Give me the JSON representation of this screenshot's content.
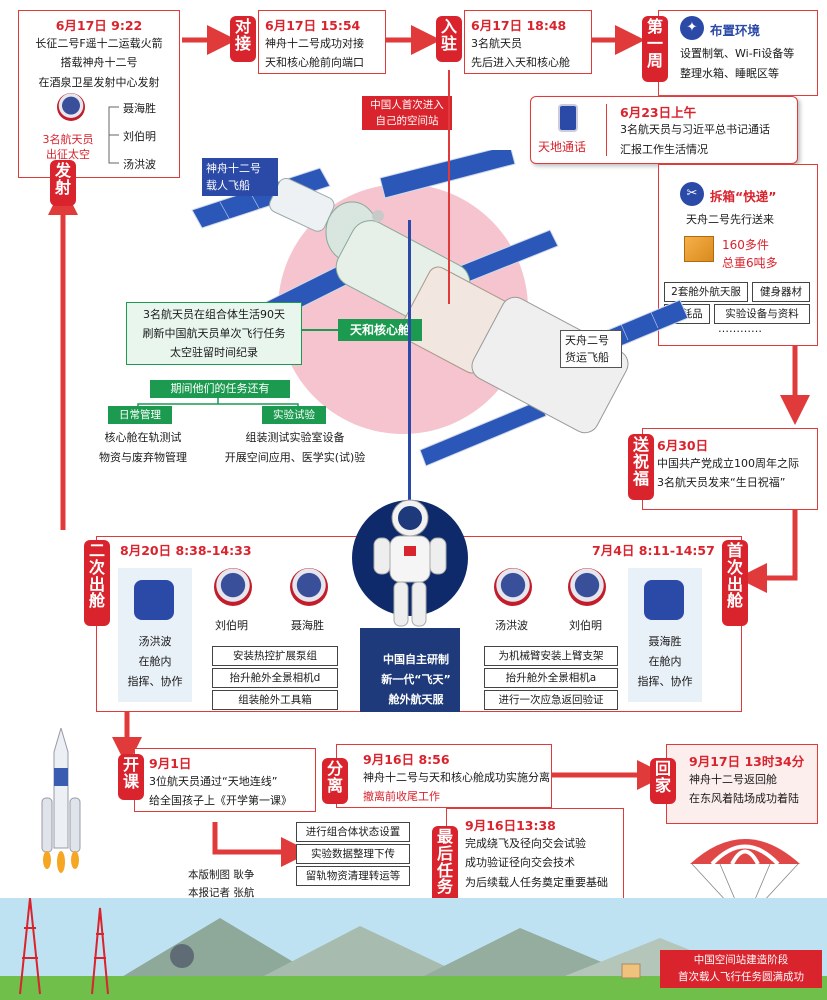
{
  "colors": {
    "accent": "#d9232d",
    "green": "#1c9a50",
    "blue": "#2b4aa8",
    "pink": "#f6c4cf",
    "panel_bg": "#fdeeee",
    "sky": "#bfe2f3"
  },
  "launch": {
    "date": "6月17日 9:22",
    "lines": [
      "长征二号F遥十二运载火箭",
      "搭载神舟十二号",
      "在酒泉卫星发射中心发射"
    ],
    "crew_label": [
      "3名航天员",
      "出征太空"
    ],
    "crew": [
      "聂海胜",
      "刘伯明",
      "汤洪波"
    ],
    "tag": [
      "发",
      "射"
    ]
  },
  "dock": {
    "tag": [
      "对",
      "接"
    ],
    "date": "6月17日 15:54",
    "lines": [
      "神舟十二号成功对接",
      "天和核心舱前向端口"
    ]
  },
  "enter": {
    "tag": [
      "入",
      "驻"
    ],
    "date": "6月17日 18:48",
    "lines": [
      "3名航天员",
      "先后进入天和核心舱"
    ]
  },
  "first_home": [
    "中国人首次进入",
    "自己的空间站"
  ],
  "week1": {
    "tag": [
      "第",
      "一",
      "周"
    ],
    "env_title": "布置环境",
    "env_lines": [
      "设置制氧、Wi-Fi设备等",
      "整理水箱、睡眠区等"
    ],
    "call_label": "天地通话",
    "call_date": "6月23日上午",
    "call_lines": [
      "3名航天员与习近平总书记通话",
      "汇报工作生活情况"
    ],
    "parcel_title": "拆箱“快递”",
    "parcel_line": "天舟二号先行送来",
    "parcel_count": "160多件",
    "parcel_weight": "总重6吨多",
    "items": [
      "2套舱外航天服",
      "健身器材",
      "消耗品",
      "实验设备与资料",
      "…………"
    ]
  },
  "station": {
    "shenzhou": [
      "神舟十二号",
      "载人飞船"
    ],
    "tianzhou": [
      "天舟二号",
      "货运飞船"
    ],
    "core": "天和核心舱",
    "record": [
      "3名航天员在组合体生活90天",
      "刷新中国航天员单次飞行任务",
      "太空驻留时间纪录"
    ]
  },
  "tasks": {
    "title": "期间他们的任务还有",
    "daily": "日常管理",
    "daily_lines": [
      "核心舱在轨测试",
      "物资与废弃物管理"
    ],
    "exp": "实验试验",
    "exp_lines": [
      "组装测试实验室设备",
      "开展空间应用、医学实(试)验"
    ]
  },
  "blessing": {
    "tag": [
      "送",
      "祝",
      "福"
    ],
    "date": "6月30日",
    "lines": [
      "中国共产党成立100周年之际",
      "3名航天员发来“生日祝福”"
    ]
  },
  "eva2": {
    "tag": [
      "二",
      "次",
      "出",
      "舱"
    ],
    "time": "8月20日 8:38-14:33",
    "inside": [
      "汤洪波",
      "在舱内",
      "指挥、协作"
    ],
    "names": [
      "刘伯明",
      "聂海胜"
    ],
    "tasks": [
      "安装热控扩展泵组",
      "抬升舱外全景相机d",
      "组装舱外工具箱"
    ]
  },
  "eva1": {
    "tag": [
      "首",
      "次",
      "出",
      "舱"
    ],
    "time": "7月4日 8:11-14:57",
    "inside": [
      "聂海胜",
      "在舱内",
      "指挥、协作"
    ],
    "names": [
      "汤洪波",
      "刘伯明"
    ],
    "tasks": [
      "为机械臂安装上臂支架",
      "抬升舱外全景相机a",
      "进行一次应急返回验证"
    ]
  },
  "suit": [
    "中国自主研制",
    "新一代“飞天”",
    "舱外航天服"
  ],
  "lesson": {
    "tag": [
      "开",
      "课"
    ],
    "date": "9月1日",
    "lines": [
      "3位航天员通过“天地连线”",
      "给全国孩子上《开学第一课》"
    ]
  },
  "separate": {
    "tag": [
      "分",
      "离"
    ],
    "date": "9月16日 8:56",
    "line": "神舟十二号与天和核心舱成功实施分离",
    "sub": "撤离前收尾工作",
    "tasks": [
      "进行组合体状态设置",
      "实验数据整理下传",
      "留轨物资清理转运等"
    ]
  },
  "final": {
    "tag": [
      "最",
      "后",
      "任",
      "务"
    ],
    "date": "9月16日13:38",
    "lines": [
      "完成绕飞及径向交会试验",
      "成功验证径向交会技术",
      "为后续载人任务奠定重要基础"
    ]
  },
  "home": {
    "tag": [
      "回",
      "家"
    ],
    "date": "9月17日 13时34分",
    "lines": [
      "神舟十二号返回舱",
      "在东风着陆场成功着陆"
    ]
  },
  "credits": [
    "本版制图  耿争",
    "本报记者  张航"
  ],
  "footer": [
    "中国空间站建造阶段",
    "首次载人飞行任务圆满成功"
  ]
}
